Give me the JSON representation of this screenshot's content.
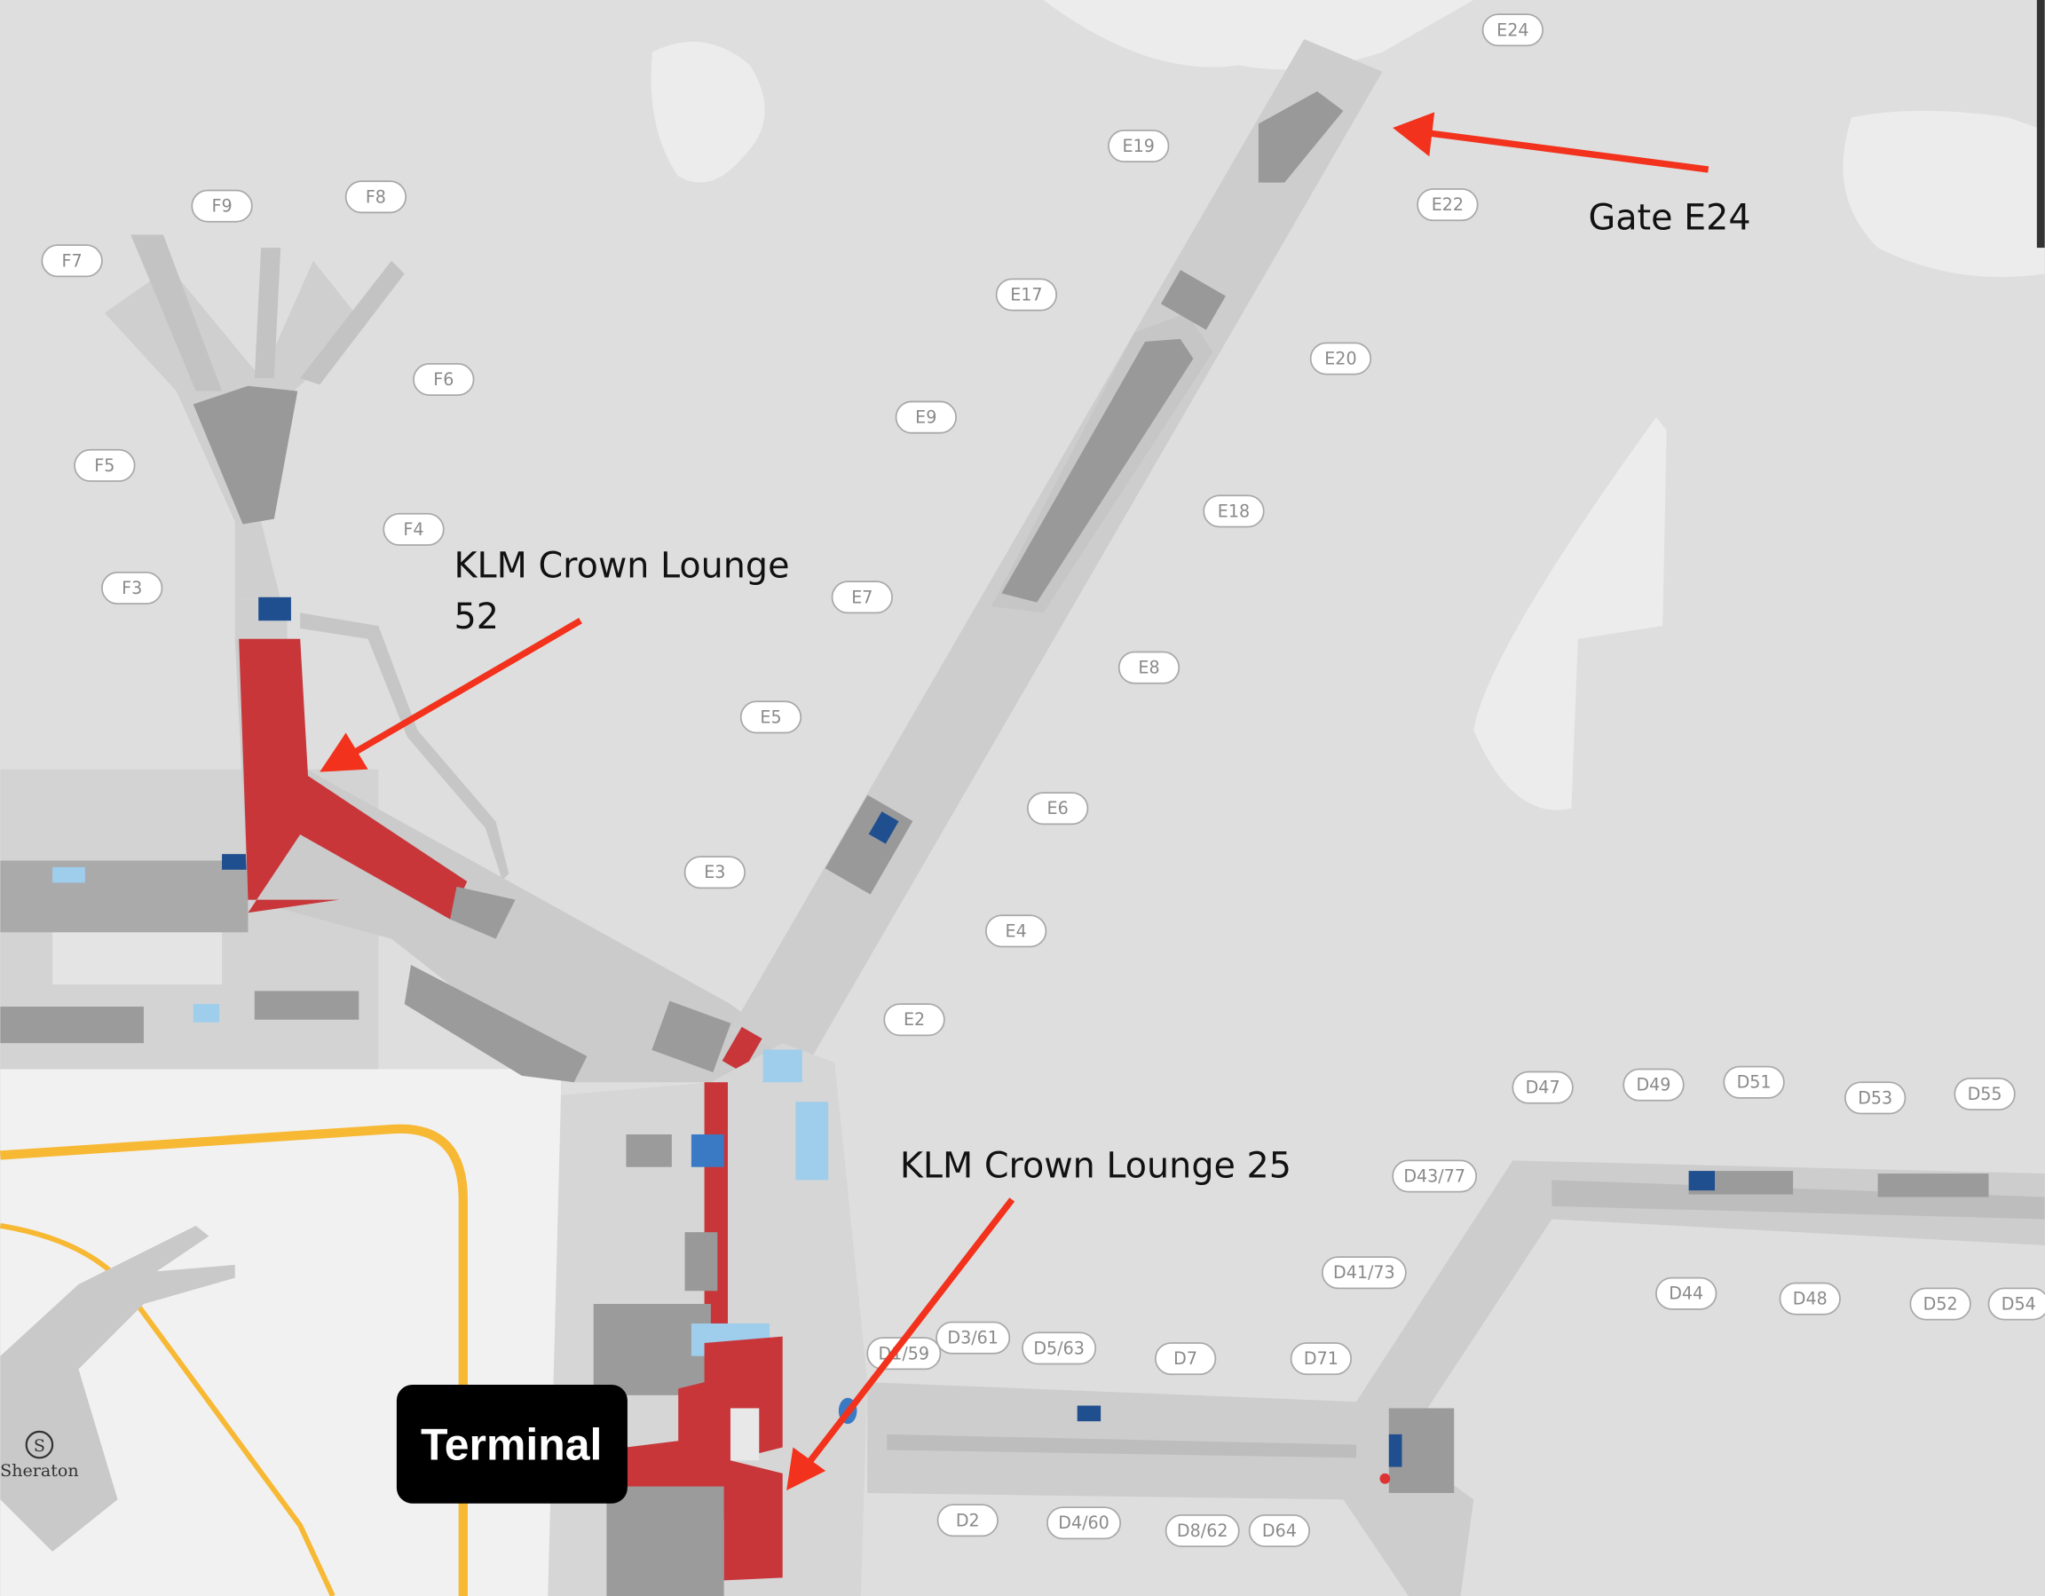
{
  "annotations": {
    "gate_e24": "Gate E24",
    "klm52_line1": "KLM Crown Lounge",
    "klm52_line2": "52",
    "klm25": "KLM Crown Lounge 25",
    "terminal": "Terminal",
    "sheraton": "Sheraton"
  },
  "colors": {
    "background": "#dedede",
    "pier": "#cdcdcd",
    "building": "#9b9b9b",
    "lounge_red": "#c8363a",
    "service_blue": "#1f4f8f",
    "light_blue": "#9fcdec",
    "arrow_red": "#f2321c",
    "road_yellow": "#f7b833"
  },
  "gates": [
    "E24",
    "E19",
    "E22",
    "E17",
    "E20",
    "E9",
    "E18",
    "E7",
    "E8",
    "E5",
    "E6",
    "E3",
    "E4",
    "E2",
    "F9",
    "F8",
    "F7",
    "F6",
    "F5",
    "F4",
    "F3",
    "D47",
    "D49",
    "D51",
    "D53",
    "D55",
    "D43/77",
    "D41/73",
    "D44",
    "D48",
    "D52",
    "D54",
    "D1/59",
    "D3/61",
    "D5/63",
    "D7",
    "D71",
    "D2",
    "D4/60",
    "D8/62",
    "D64"
  ]
}
